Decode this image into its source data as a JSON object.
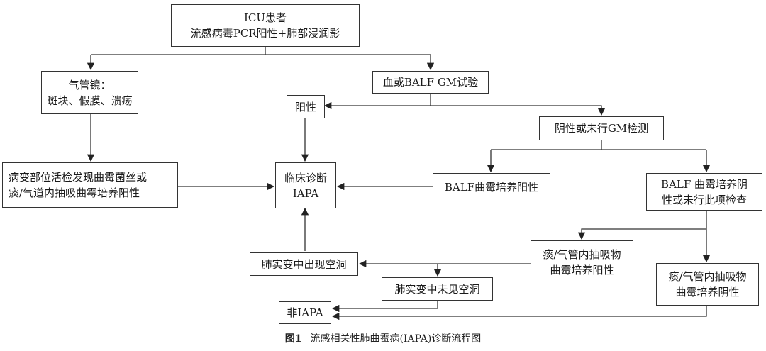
{
  "nodes": {
    "icu": [
      "ICU患者",
      "流感病毒PCR阳性+肺部浸润影"
    ],
    "bronch": [
      "气管镜：",
      "斑块、假膜、溃疡"
    ],
    "gm_test": [
      "血或BALF GM试验"
    ],
    "positive": [
      "阳性"
    ],
    "negative_gm": [
      "阴性或未行GM检测"
    ],
    "biopsy": [
      "病变部位活检发现曲霉菌丝或",
      "痰/气道内抽吸曲霉培养阳性"
    ],
    "diagnosis": [
      "临床诊断",
      "IAPA"
    ],
    "balf_pos": [
      "BALF曲霉培养阳性"
    ],
    "balf_neg": [
      "BALF 曲霉培养阴",
      "性或未行此项检查"
    ],
    "sputum_pos": [
      "痰/气管内抽吸物",
      "曲霉培养阳性"
    ],
    "cavity": [
      "肺实变中出现空洞"
    ],
    "no_cavity": [
      "肺实变中未见空洞"
    ],
    "sputum_neg": [
      "痰/气管内抽吸物",
      "曲霉培养阴性"
    ],
    "non_iapa": [
      "非IAPA"
    ]
  },
  "caption": {
    "figure": "图1",
    "text": "流感相关性肺曲霉病(IAPA)诊断流程图"
  }
}
